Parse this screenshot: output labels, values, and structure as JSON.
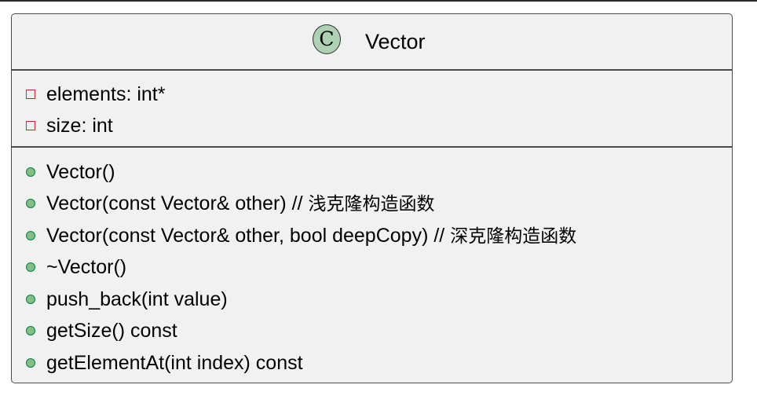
{
  "diagram": {
    "class": {
      "stereotype_letter": "C",
      "name": "Vector",
      "fields": [
        {
          "visibility": "private",
          "text": "elements: int*"
        },
        {
          "visibility": "private",
          "text": "size: int"
        }
      ],
      "methods": [
        {
          "visibility": "public",
          "signature": "Vector()",
          "comment": ""
        },
        {
          "visibility": "public",
          "signature": "Vector(const Vector& other) // ",
          "comment": "浅克隆构造函数"
        },
        {
          "visibility": "public",
          "signature": "Vector(const Vector& other, bool deepCopy) // ",
          "comment": "深克隆构造函数"
        },
        {
          "visibility": "public",
          "signature": "~Vector()",
          "comment": ""
        },
        {
          "visibility": "public",
          "signature": "push_back(int value)",
          "comment": ""
        },
        {
          "visibility": "public",
          "signature": "getSize() const",
          "comment": ""
        },
        {
          "visibility": "public",
          "signature": "getElementAt(int index) const",
          "comment": ""
        }
      ]
    },
    "colors": {
      "box_fill": "#f1f1f1",
      "box_border": "#4a4a4a",
      "stereotype_circle": "#add1b2",
      "private_marker": "#c82930",
      "public_marker_fill": "#84be84",
      "public_marker_border": "#038048"
    },
    "icons": {
      "private_marker": "private-visibility-square-icon",
      "public_marker": "public-visibility-circle-icon",
      "stereotype": "class-stereotype-circle-icon"
    }
  }
}
